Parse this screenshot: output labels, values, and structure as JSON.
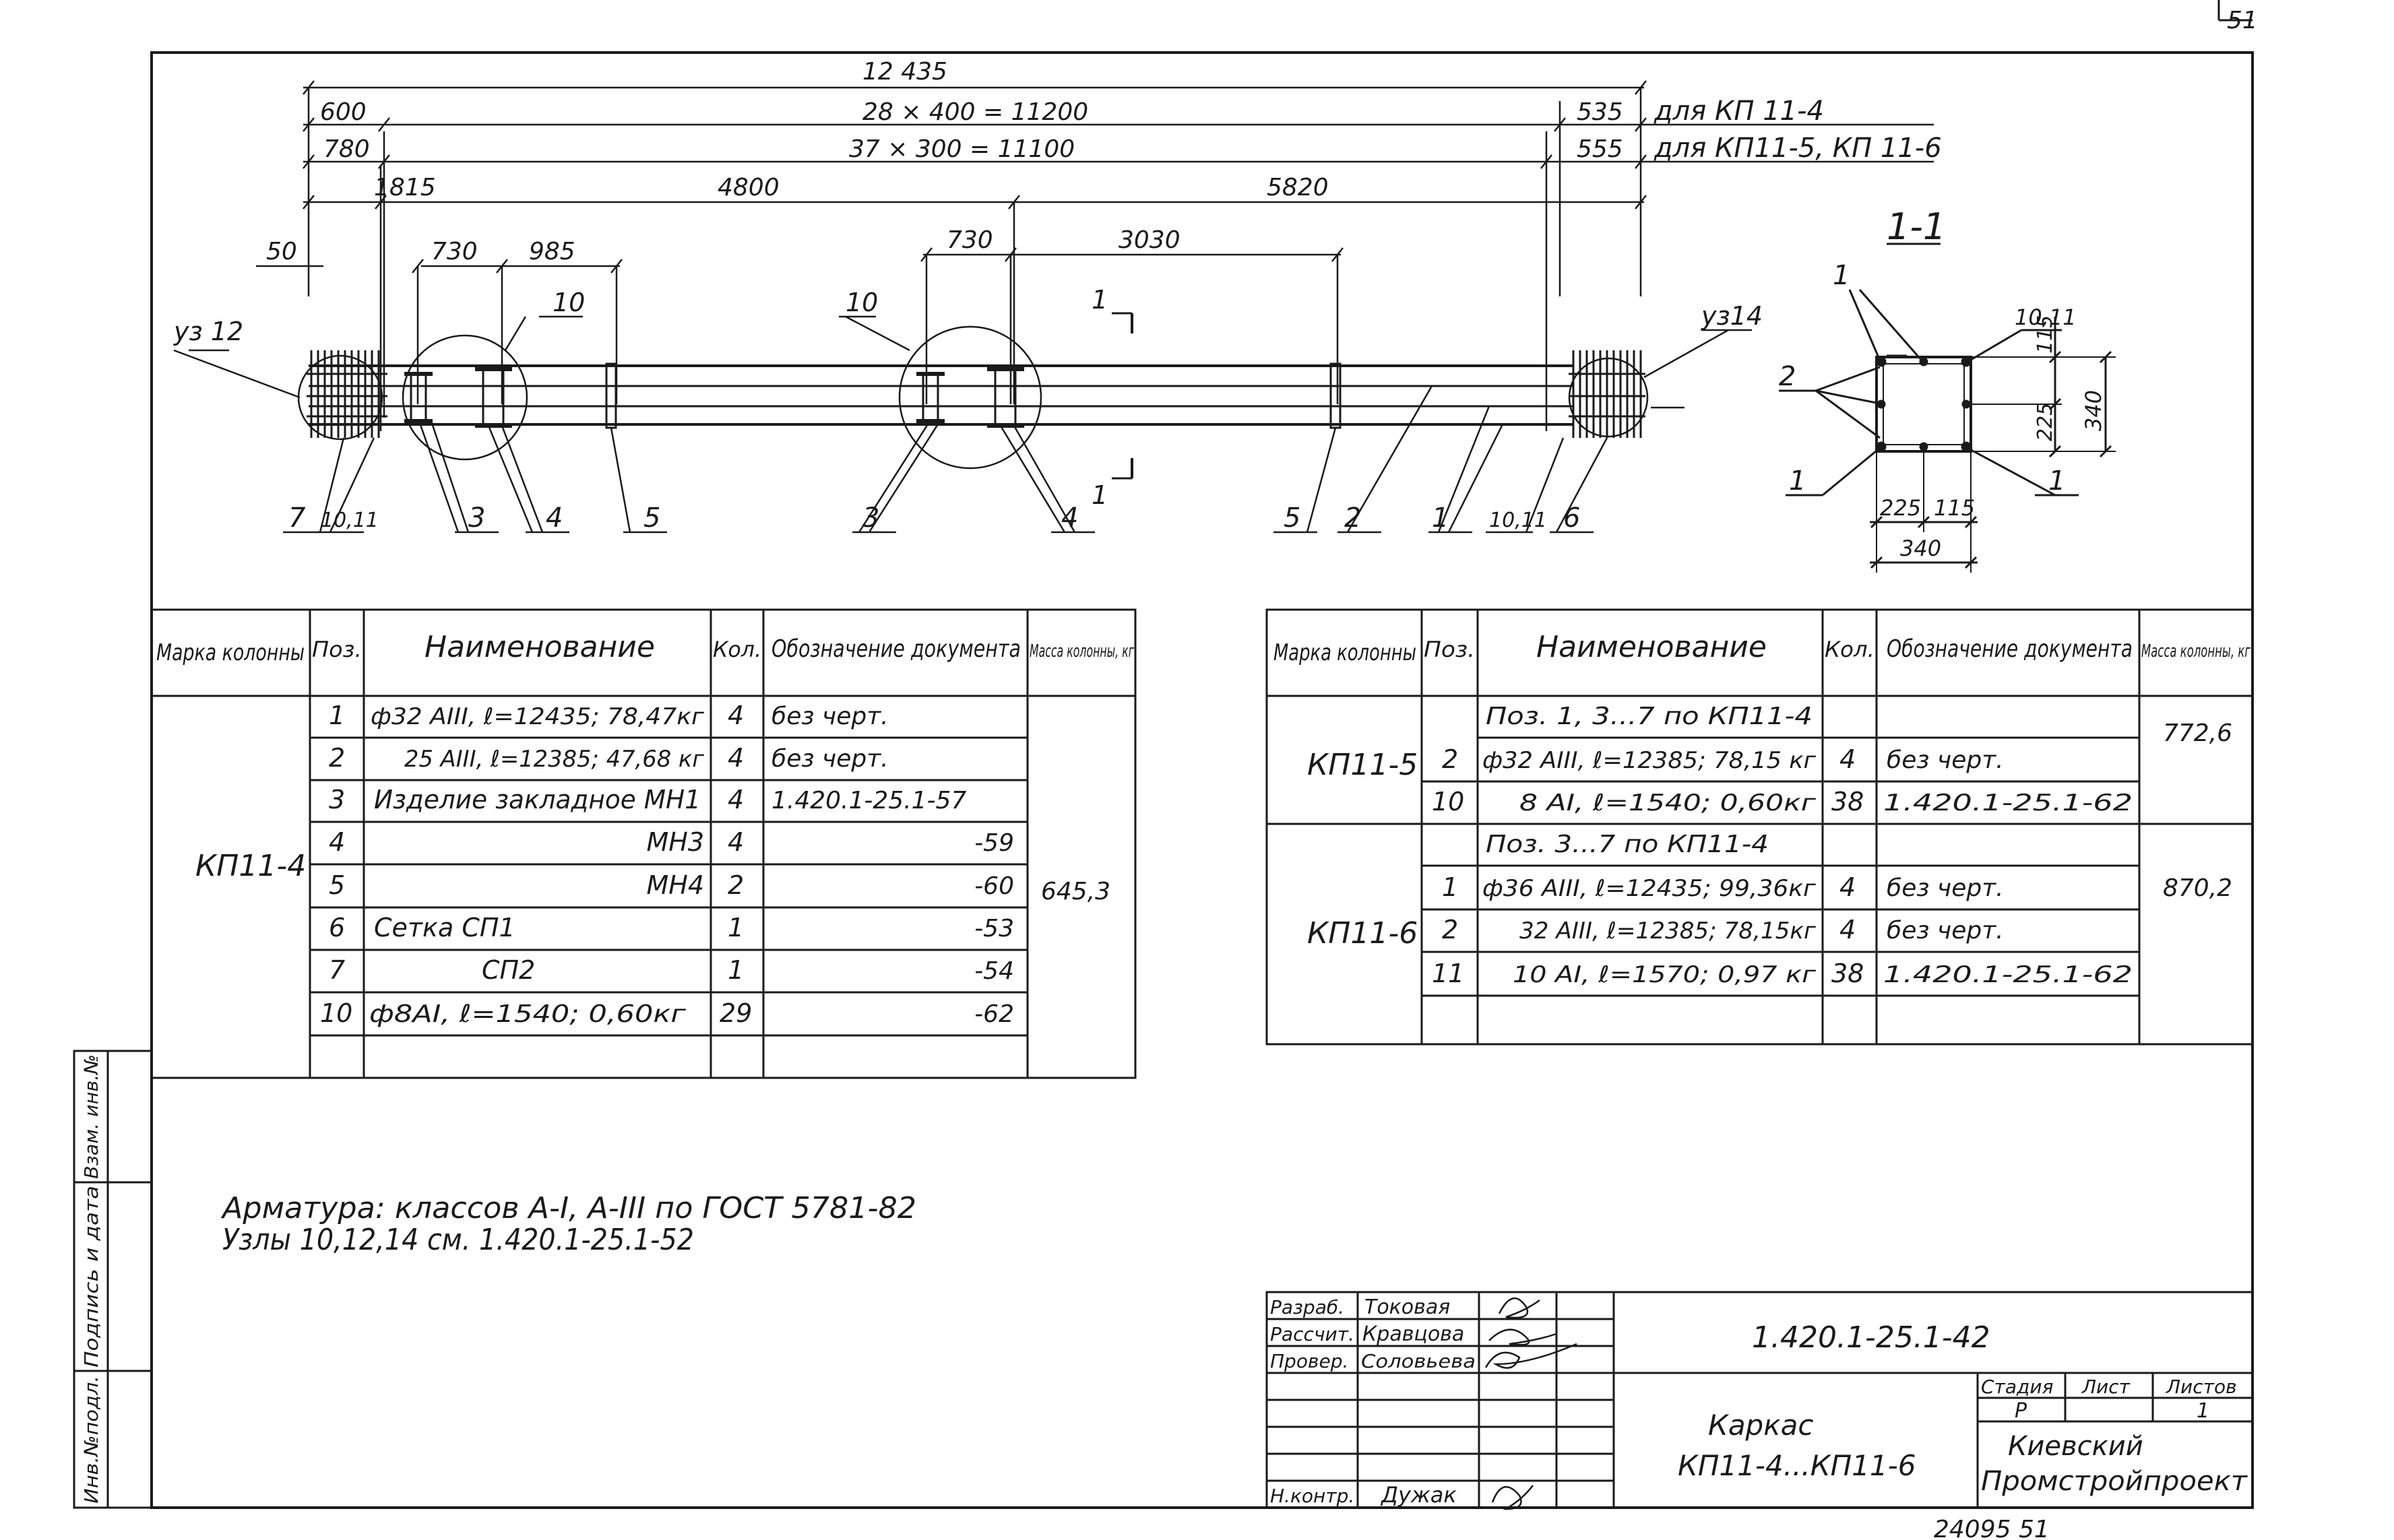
{
  "page_number": "51",
  "bottom_code": "24095 51",
  "dims": {
    "overall": "12 435",
    "row1_left": "600",
    "row1_mid": "28 × 400 = 11200",
    "row1_right": "535",
    "row1_note": "для КП 11-4",
    "row2_left": "780",
    "row2_mid": "37 × 300 = 11100",
    "row2_right": "555",
    "row2_note": "для КП11-5, КП 11-6",
    "seg1": "1815",
    "seg2": "4800",
    "seg3": "5820",
    "d50": "50",
    "d730a": "730",
    "d985": "985",
    "d730b": "730",
    "d3030": "3030"
  },
  "callouts": {
    "uz12": "уз 12",
    "uz14": "уз14",
    "p10a": "10",
    "p10b": "10",
    "b7": "7",
    "b1011a": "10,11",
    "b3a": "3",
    "b4a": "4",
    "b5a": "5",
    "b3b": "3",
    "b4b": "4",
    "b5b": "5",
    "b2": "2",
    "b1": "1",
    "b1011b": "10,11",
    "b6": "6",
    "cut_top": "1",
    "cut_bot": "1"
  },
  "section": {
    "title": "1-1",
    "l1a": "1",
    "l2": "2",
    "l1b": "1",
    "l1c": "1",
    "l1011": "10,11",
    "d115a": "115",
    "d225a": "225",
    "d340a": "340",
    "d225b": "225",
    "d115b": "115",
    "d340b": "340"
  },
  "table1": {
    "headers": [
      "Марка колонны",
      "Поз.",
      "Наименование",
      "Кол.",
      "Обозначение документа",
      "Масса колонны, кг"
    ],
    "mark": "КП11-4",
    "mass": "645,3",
    "rows": [
      [
        "1",
        "ф32 АIII, ℓ=12435; 78,47кг",
        "4",
        "без черт."
      ],
      [
        "2",
        "25 АIII, ℓ=12385; 47,68 кг",
        "4",
        "без черт."
      ],
      [
        "3",
        "Изделие закладное МН1",
        "4",
        "1.420.1-25.1-57"
      ],
      [
        "4",
        "МН3",
        "4",
        "-59"
      ],
      [
        "5",
        "МН4",
        "2",
        "-60"
      ],
      [
        "6",
        "Сетка СП1",
        "1",
        "-53"
      ],
      [
        "7",
        "СП2",
        "1",
        "-54"
      ],
      [
        "10",
        "ф8АI, ℓ=1540; 0,60кг",
        "29",
        "-62"
      ],
      [
        "",
        "",
        "",
        ""
      ]
    ]
  },
  "table2": {
    "headers": [
      "Марка колонны",
      "Поз.",
      "Наименование",
      "Кол.",
      "Обозначение документа",
      "Масса колонны, кг"
    ],
    "mark1": "КП11-5",
    "mass1": "772,6",
    "mark2": "КП11-6",
    "mass2": "870,2",
    "rows": [
      [
        "",
        "Поз. 1, 3...7 по КП11-4",
        "",
        ""
      ],
      [
        "2",
        "ф32 АIII, ℓ=12385; 78,15 кг",
        "4",
        "без черт."
      ],
      [
        "10",
        "8 АI, ℓ=1540; 0,60кг",
        "38",
        "1.420.1-25.1-62"
      ],
      [
        "",
        "Поз. 3...7 по КП11-4",
        "",
        ""
      ],
      [
        "1",
        "ф36 АIII, ℓ=12435; 99,36кг",
        "4",
        "без черт."
      ],
      [
        "2",
        "32 АIII, ℓ=12385; 78,15кг",
        "4",
        "без черт."
      ],
      [
        "11",
        "10 АI, ℓ=1570; 0,97 кг",
        "38",
        "1.420.1-25.1-62"
      ],
      [
        "",
        "",
        "",
        ""
      ]
    ]
  },
  "notes": {
    "line1": "Арматура: классов А-I, А-III по ГОСТ 5781-82",
    "line2": "Узлы 10,12,14 см. 1.420.1-25.1-52"
  },
  "side_stamp": {
    "c1": "Инв.№подл.",
    "c2": "Подпись и дата",
    "c3": "Взам. инв.№"
  },
  "title_block": {
    "roles": [
      "Разраб.",
      "Рассчит.",
      "Провер.",
      "",
      "",
      "",
      "Н.контр."
    ],
    "names": [
      "Токовая",
      "Кравцова",
      "Соловьева",
      "",
      "",
      "",
      "Дужак"
    ],
    "code": "1.420.1-25.1-42",
    "title1": "Каркас",
    "title2": "КП11-4...КП11-6",
    "stage_h": "Стадия",
    "sheet_h": "Лист",
    "sheets_h": "Листов",
    "stage": "Р",
    "sheet": "",
    "sheets": "1",
    "org1": "Киевский",
    "org2": "Промстройпроект"
  }
}
